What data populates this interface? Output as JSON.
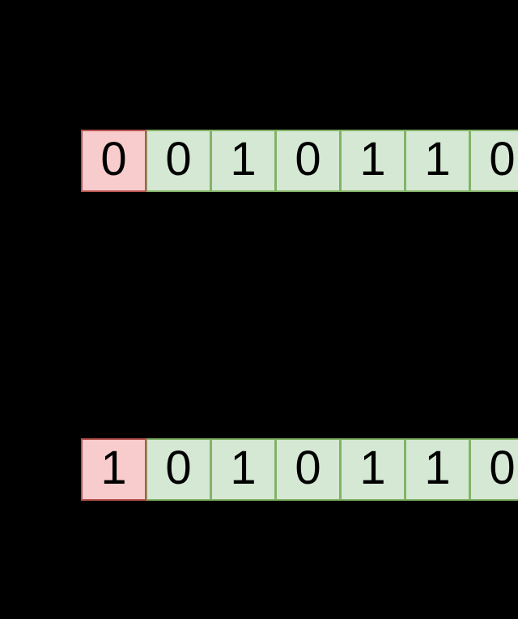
{
  "diagram": {
    "type": "bit-string-comparison",
    "background_color": "#000000",
    "colors": {
      "cell_fill_normal": "#d5e8d4",
      "cell_border_normal": "#82b366",
      "cell_fill_highlight": "#f8cccc",
      "cell_border_highlight": "#b85450",
      "digit_color": "#000000"
    },
    "rows": [
      {
        "id": "row-top",
        "name": "top-bit-string",
        "cells": [
          {
            "value": "0",
            "highlight": true
          },
          {
            "value": "0",
            "highlight": false
          },
          {
            "value": "1",
            "highlight": false
          },
          {
            "value": "0",
            "highlight": false
          },
          {
            "value": "1",
            "highlight": false
          },
          {
            "value": "1",
            "highlight": false
          },
          {
            "value": "0",
            "highlight": false
          }
        ]
      },
      {
        "id": "row-bottom",
        "name": "bottom-bit-string",
        "cells": [
          {
            "value": "1",
            "highlight": true
          },
          {
            "value": "0",
            "highlight": false
          },
          {
            "value": "1",
            "highlight": false
          },
          {
            "value": "0",
            "highlight": false
          },
          {
            "value": "1",
            "highlight": false
          },
          {
            "value": "1",
            "highlight": false
          },
          {
            "value": "0",
            "highlight": false
          }
        ]
      }
    ]
  }
}
